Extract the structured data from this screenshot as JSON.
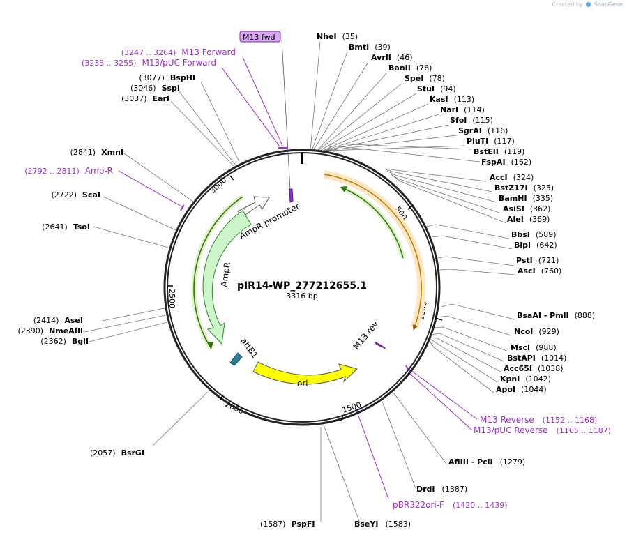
{
  "credit": {
    "created_by": "Created by",
    "brand": "SnapGene"
  },
  "plasmid": {
    "name": "pIR14-WP_277212655.1",
    "length": "3316 bp",
    "ticks": [
      "500",
      "1000",
      "1500",
      "2000",
      "2500",
      "3000"
    ]
  },
  "features": [
    {
      "id": "ampr-promoter",
      "label": "AmpR promoter"
    },
    {
      "id": "ampr",
      "label": "AmpR"
    },
    {
      "id": "attb1",
      "label": "attB1"
    },
    {
      "id": "ori",
      "label": "ori"
    },
    {
      "id": "m13-rev",
      "label": "M13 rev"
    },
    {
      "id": "m13-fwd",
      "label": "M13 fwd"
    }
  ],
  "colors": {
    "enzyme_label": "#000000",
    "primer_label": "#9b30d0",
    "ori": "#ffff00",
    "ampr": "#ccf5c9",
    "orange_arc": "#f7a823",
    "green_arc": "#4e9a06",
    "primer_box": "#d9a8f2"
  },
  "sites_right": [
    {
      "name": "NheI",
      "pos": "(35)"
    },
    {
      "name": "BmtI",
      "pos": "(39)"
    },
    {
      "name": "AvrII",
      "pos": "(46)"
    },
    {
      "name": "BanII",
      "pos": "(76)"
    },
    {
      "name": "SpeI",
      "pos": "(78)"
    },
    {
      "name": "StuI",
      "pos": "(94)"
    },
    {
      "name": "KasI",
      "pos": "(113)"
    },
    {
      "name": "NarI",
      "pos": "(114)"
    },
    {
      "name": "SfoI",
      "pos": "(115)"
    },
    {
      "name": "SgrAI",
      "pos": "(116)"
    },
    {
      "name": "PluTI",
      "pos": "(117)"
    },
    {
      "name": "BstEII",
      "pos": "(119)"
    },
    {
      "name": "FspAI",
      "pos": "(162)"
    },
    {
      "name": "AccI",
      "pos": "(324)"
    },
    {
      "name": "BstZ17I",
      "pos": "(325)"
    },
    {
      "name": "BamHI",
      "pos": "(335)"
    },
    {
      "name": "AsiSI",
      "pos": "(362)"
    },
    {
      "name": "AleI",
      "pos": "(369)"
    },
    {
      "name": "BbsI",
      "pos": "(589)"
    },
    {
      "name": "BlpI",
      "pos": "(642)"
    },
    {
      "name": "PstI",
      "pos": "(721)"
    },
    {
      "name": "AscI",
      "pos": "(760)"
    },
    {
      "name": "BsaAI - PmlI",
      "pos": "(888)"
    },
    {
      "name": "NcoI",
      "pos": "(929)"
    },
    {
      "name": "MscI",
      "pos": "(988)"
    },
    {
      "name": "BstAPI",
      "pos": "(1014)"
    },
    {
      "name": "Acc65I",
      "pos": "(1038)"
    },
    {
      "name": "KpnI",
      "pos": "(1042)"
    },
    {
      "name": "ApoI",
      "pos": "(1044)"
    }
  ],
  "sites_bottom": [
    {
      "name": "AflIII - PciI",
      "pos": "(1279)"
    },
    {
      "name": "DrdI",
      "pos": "(1387)"
    },
    {
      "name": "BseYI",
      "pos": "(1583)"
    },
    {
      "name": "PspFI",
      "pos": "(1587)"
    },
    {
      "name": "BsrGI",
      "pos": "(2057)"
    }
  ],
  "sites_left": [
    {
      "name": "AseI",
      "pos": "(2414)"
    },
    {
      "name": "NmeAIII",
      "pos": "(2390)"
    },
    {
      "name": "BglI",
      "pos": "(2362)"
    },
    {
      "name": "TsoI",
      "pos": "(2641)"
    },
    {
      "name": "ScaI",
      "pos": "(2722)"
    },
    {
      "name": "XmnI",
      "pos": "(2841)"
    },
    {
      "name": "EarI",
      "pos": "(3037)"
    },
    {
      "name": "SspI",
      "pos": "(3046)"
    },
    {
      "name": "BspHI",
      "pos": "(3077)"
    }
  ],
  "primers": [
    {
      "name": "M13 Forward",
      "range": "(3247 .. 3264)"
    },
    {
      "name": "M13/pUC Forward",
      "range": "(3233 .. 3255)"
    },
    {
      "name": "Amp-R",
      "range": "(2792 .. 2811)"
    },
    {
      "name": "M13 Reverse",
      "range": "(1152 .. 1168)"
    },
    {
      "name": "M13/pUC Reverse",
      "range": "(1165 .. 1187)"
    },
    {
      "name": "pBR322ori-F",
      "range": "(1420 .. 1439)"
    }
  ]
}
